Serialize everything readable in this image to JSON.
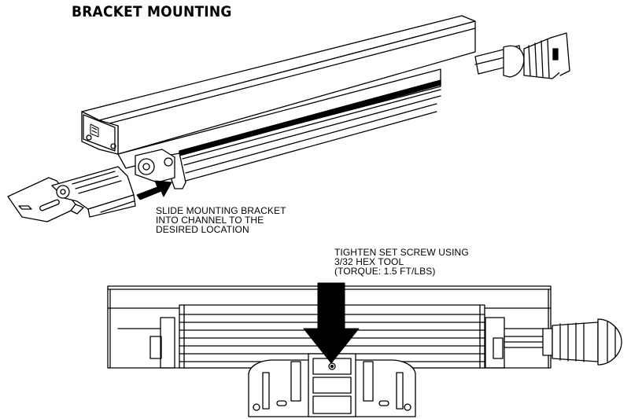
{
  "title": "BRACKET MOUNTING",
  "callouts": {
    "slide": [
      "SLIDE MOUNTING BRACKET",
      "INTO CHANNEL TO THE",
      "DESIRED LOCATION"
    ],
    "tighten": [
      "TIGHTEN SET SCREW USING",
      "3/32 HEX TOOL",
      "(TORQUE: 1.5 FT/LBS)"
    ]
  },
  "colors": {
    "line": "#000000",
    "arrow": "#000000",
    "background": "#ffffff"
  }
}
